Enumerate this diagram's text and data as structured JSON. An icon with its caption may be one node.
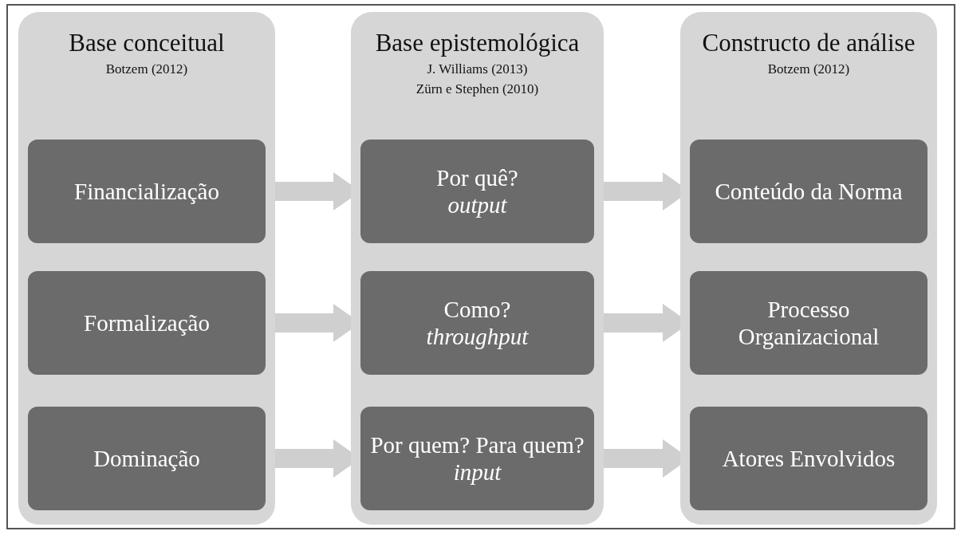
{
  "diagram": {
    "nodes": [
      {
        "text": [
          "Base conceitual",
          "Botzem (2012)"
        ]
      },
      {
        "text": [
          "Financialização"
        ],
        "in": 0
      },
      {
        "text": [
          "Formalização"
        ],
        "in": 0
      },
      {
        "text": [
          "Dominação"
        ],
        "in": 0
      },
      {
        "text": [
          "Base epistemológica",
          "J. Williams (2013)",
          "Zürn e Stephen (2010)"
        ]
      },
      {
        "text": [
          "Por quê?",
          "output"
        ],
        "in": 4
      },
      {
        "text": [
          "Como?",
          "throughput"
        ],
        "in": 4
      },
      {
        "text": [
          "Por quem? Para quem?",
          "input"
        ],
        "in": 4
      },
      {
        "text": [
          "Constructo de análise",
          "Botzem (2012)"
        ]
      },
      {
        "text": [
          "Conteúdo da Norma"
        ],
        "in": 8
      },
      {
        "text": [
          "Processo Organizacional"
        ],
        "in": 8
      },
      {
        "text": [
          "Atores Envolvidos"
        ],
        "in": 8
      }
    ],
    "edges": [
      {
        "from": 1,
        "to": 5,
        "arrow": "to"
      },
      {
        "from": 2,
        "to": 6,
        "arrow": "to"
      },
      {
        "from": 3,
        "to": 7,
        "arrow": "to"
      },
      {
        "from": 5,
        "to": 9,
        "arrow": "to"
      },
      {
        "from": 6,
        "to": 10,
        "arrow": "to"
      },
      {
        "from": 7,
        "to": 11,
        "arrow": "to"
      }
    ]
  }
}
